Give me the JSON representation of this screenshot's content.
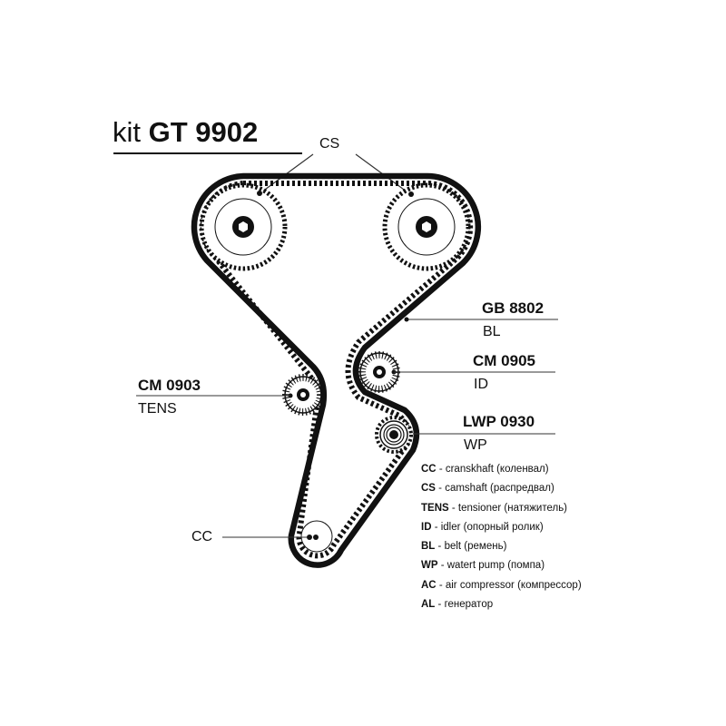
{
  "title": {
    "prefix": "kit",
    "code": "GT 9902"
  },
  "labels": {
    "cs": "CS",
    "belt": {
      "code": "GB 8802",
      "abbr": "BL"
    },
    "idler": {
      "code": "CM 0905",
      "abbr": "ID"
    },
    "water_pump": {
      "code": "LWP 0930",
      "abbr": "WP"
    },
    "tensioner": {
      "code": "CM 0903",
      "abbr": "TENS"
    },
    "cc": "CC"
  },
  "legend": [
    {
      "abbr": "CC",
      "text": " - cranskhaft (коленвал)"
    },
    {
      "abbr": "CS",
      "text": " - camshaft (распредвал)"
    },
    {
      "abbr": "TENS",
      "text": " - tensioner (натяжитель)"
    },
    {
      "abbr": "ID",
      "text": " - idler (опорный ролик)"
    },
    {
      "abbr": "BL",
      "text": " - belt (ремень)"
    },
    {
      "abbr": "WP",
      "text": " - watert pump (помпа)"
    },
    {
      "abbr": "AC",
      "text": " - air compressor (компрессор)"
    },
    {
      "abbr": "AL",
      "text": " - генератор"
    }
  ]
}
